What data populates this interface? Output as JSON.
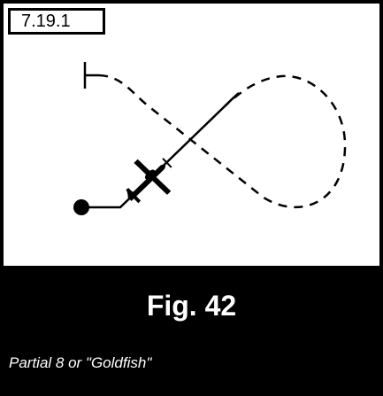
{
  "figure_id": "7.19.1",
  "figure_number": "Fig. 42",
  "caption": "Partial 8 or \"Goldfish\"",
  "colors": {
    "ink": "#000000",
    "paper": "#ffffff"
  },
  "diagram": {
    "icons": [
      "start-marker-icon",
      "aircraft-icon",
      "end-point-icon"
    ],
    "path_styles": {
      "flown_segment": "solid",
      "remaining_segment": "dashed"
    }
  }
}
